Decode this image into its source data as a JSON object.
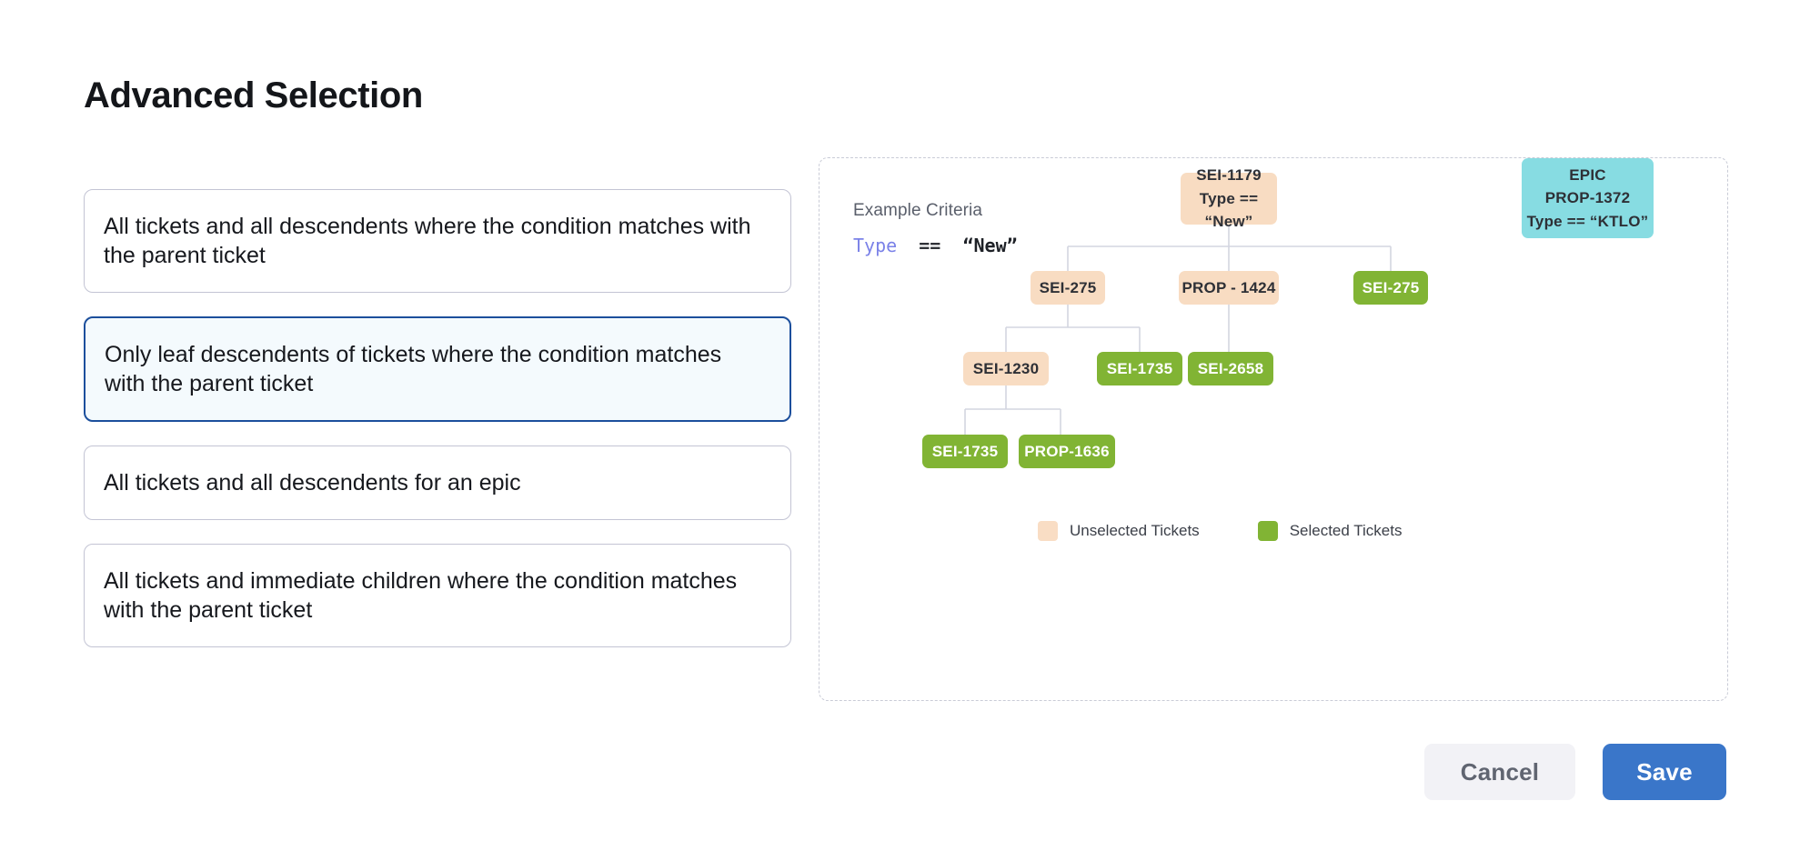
{
  "page": {
    "title": "Advanced Selection"
  },
  "options": [
    {
      "label": "All tickets and all descendents where the condition matches with the parent ticket",
      "selected": false
    },
    {
      "label": "Only leaf descendents of tickets where the condition matches with the parent ticket",
      "selected": true
    },
    {
      "label": "All tickets and all descendents for an epic",
      "selected": false
    },
    {
      "label": "All tickets and immediate children where the condition matches with the parent ticket",
      "selected": false
    }
  ],
  "diagram": {
    "criteria_label": "Example Criteria",
    "criteria_field": "Type",
    "criteria_operator": "==",
    "criteria_value": "“New”",
    "nodes": [
      {
        "id": "sei-1179",
        "line1": "SEI-1179",
        "line2": "Type == “New”",
        "state": "unselected"
      },
      {
        "id": "prop-1372",
        "line1": "EPIC",
        "line2": "PROP-1372",
        "line3": "Type == “KTLO”",
        "state": "epic"
      },
      {
        "id": "sei-275-a",
        "line1": "SEI-275",
        "state": "unselected"
      },
      {
        "id": "prop-1424",
        "line1": "PROP - 1424",
        "state": "unselected"
      },
      {
        "id": "sei-275-b",
        "line1": "SEI-275",
        "state": "selected"
      },
      {
        "id": "sei-1230",
        "line1": "SEI-1230",
        "state": "unselected"
      },
      {
        "id": "sei-1735-a",
        "line1": "SEI-1735",
        "state": "selected"
      },
      {
        "id": "sei-2658",
        "line1": "SEI-2658",
        "state": "selected"
      },
      {
        "id": "sei-1735-b",
        "line1": "SEI-1735",
        "state": "selected"
      },
      {
        "id": "prop-1636",
        "line1": "PROP-1636",
        "state": "selected"
      }
    ],
    "legend": [
      {
        "label": "Unselected Tickets",
        "color": "#f9ddc4"
      },
      {
        "label": "Selected Tickets",
        "color": "#81b434"
      }
    ]
  },
  "footer": {
    "cancel_label": "Cancel",
    "save_label": "Save"
  },
  "colors": {
    "unselected": "#f8dcc2",
    "selected": "#81b434",
    "epic": "#87dce2",
    "accent": "#3a76c9",
    "selected_card_border": "#1c4f9c",
    "selected_card_bg": "#f4fafd",
    "connector": "#d3d5e0"
  }
}
